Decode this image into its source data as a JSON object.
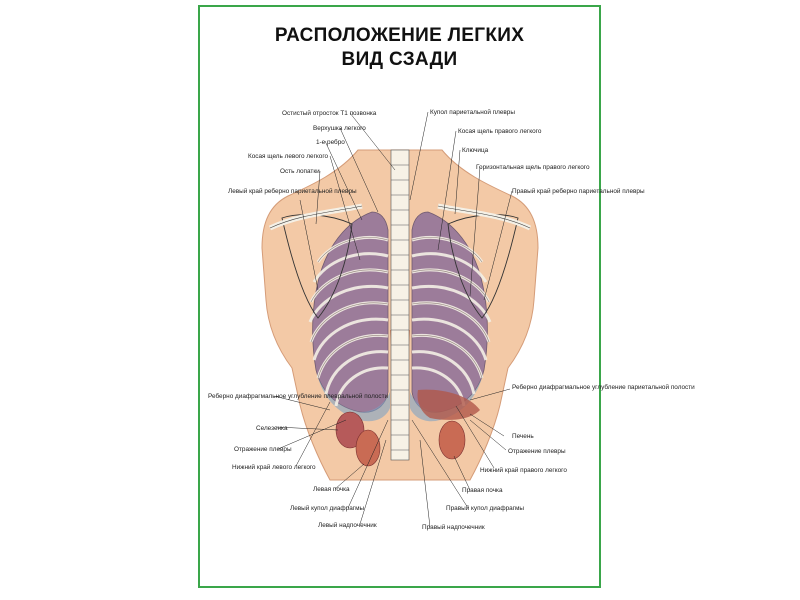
{
  "title": {
    "line1": "РАСПОЛОЖЕНИЕ ЛЕГКИХ",
    "line2": "ВИД СЗАДИ"
  },
  "colors": {
    "frame": "#3aa64a",
    "skin": "#f3c9a6",
    "lung": "#8d6f98",
    "rib": "#f4f0e6",
    "kidney": "#c96b54",
    "spine": "#f7f2e6"
  },
  "labels": {
    "spinous_t1": "Остистый отросток Т1 позвонка",
    "lung_apex": "Верхушка легкого",
    "rib1": "1-е ребро",
    "left_oblique": "Косая щель левого легкого",
    "scapular_spine": "Ость лопатки",
    "left_costal_edge": "Левый край реберно париетальной плевры",
    "pleural_dome": "Купол париетальной плевры",
    "right_oblique": "Косая щель правого легкого",
    "clavicle": "Ключица",
    "horizontal_fissure": "Горизонтальная щель правого легкого",
    "right_costal_edge": "Правый край реберно париетальной плевры",
    "left_recess": "Реберно диафрагмальное углубление плевральной полости",
    "right_recess": "Реберно диафрагмальное углубление париетальной полости",
    "spleen": "Селезенка",
    "liver": "Печень",
    "pleura_reflection_left": "Отражение плевры",
    "pleura_reflection_right": "Отражение плевры",
    "left_lower_edge": "Нижний край левого легкого",
    "right_lower_edge": "Нижний край правого легкого",
    "left_kidney": "Левая почка",
    "right_kidney": "Правая почка",
    "left_diaphragm": "Левый купол диафрагмы",
    "right_diaphragm": "Правый купол диафрагмы",
    "left_adrenal": "Левый надпочечник",
    "right_adrenal": "Правый надпочечник"
  }
}
